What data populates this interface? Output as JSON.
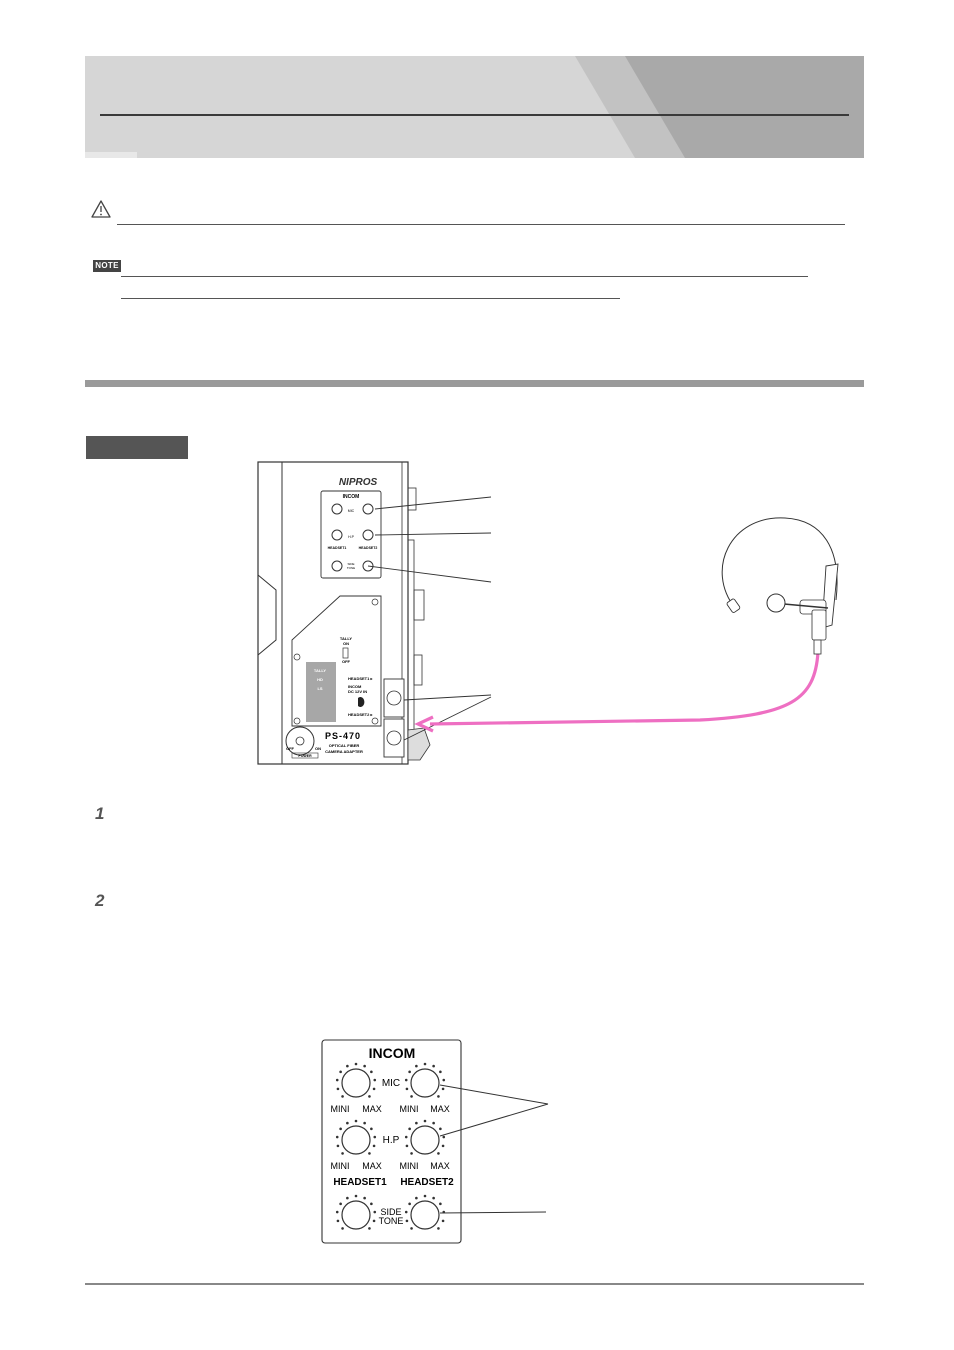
{
  "note": {
    "badge": "NOTE"
  },
  "steps": [
    {
      "number": "1"
    },
    {
      "number": "2"
    }
  ],
  "device": {
    "brand": "NIPROS",
    "model": "PS-470",
    "incom_label": "INCOM",
    "knob_mic": "MIC",
    "knob_hp": "H.P",
    "knob_side_tone_1": "SIDE",
    "knob_side_tone_2": "TONE",
    "mini": "MINI",
    "max": "MAX",
    "headset1": "HEADSET1",
    "headset2": "HEADSET2",
    "tally": "TALLY",
    "tally_on": "ON",
    "tally_off": "OFF",
    "panel_tally": "TALLY",
    "panel_mid": "HD",
    "panel_ls": "LS",
    "jack_headset1": "HEADSET1 ▸",
    "incom_power_1": "INCOM",
    "incom_power_2": "DC 12V IN",
    "jack_headset2": "HEADSET2 ▸",
    "optical_1": "OPTICAL FIBER",
    "optical_2": "CAMERA ADAPTER",
    "power_off": "OFF",
    "power_on": "ON",
    "power_label": "POWER"
  },
  "colors": {
    "cable": "#ee6fc2",
    "banner": "#d6d6d6",
    "dark": "#555555"
  }
}
